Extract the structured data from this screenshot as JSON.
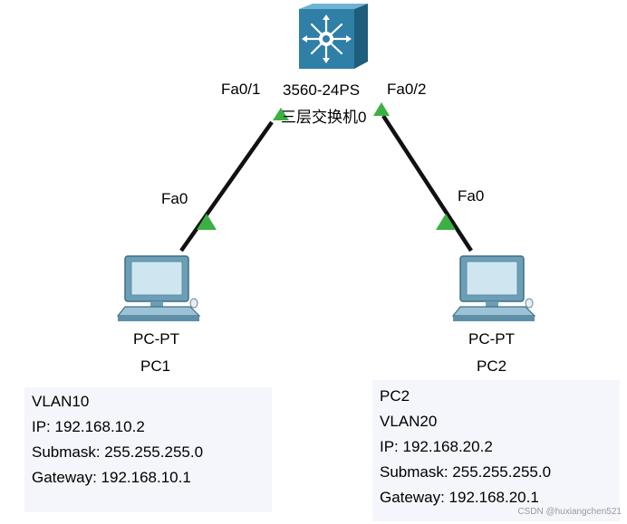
{
  "switch": {
    "model": "3560-24PS",
    "name": "三层交换机0",
    "port_left": "Fa0/1",
    "port_right": "Fa0/2"
  },
  "pc1": {
    "model": "PC-PT",
    "name": "PC1",
    "port": "Fa0",
    "note": [
      "VLAN10",
      "IP: 192.168.10.2",
      "Submask: 255.255.255.0",
      "Gateway: 192.168.10.1"
    ]
  },
  "pc2": {
    "model": "PC-PT",
    "name": "PC2",
    "port": "Fa0",
    "note": [
      "PC2",
      "VLAN20",
      "IP: 192.168.20.2",
      "Submask: 255.255.255.0",
      "Gateway: 192.168.20.1"
    ]
  },
  "watermark": "CSDN @huxiangchen521",
  "colors": {
    "link": "#111111",
    "link_up": "#3cb043",
    "switch_body": "#2f7fa6",
    "pc_body": "#7fb0c6",
    "note_bg": "#f4f6fb"
  }
}
